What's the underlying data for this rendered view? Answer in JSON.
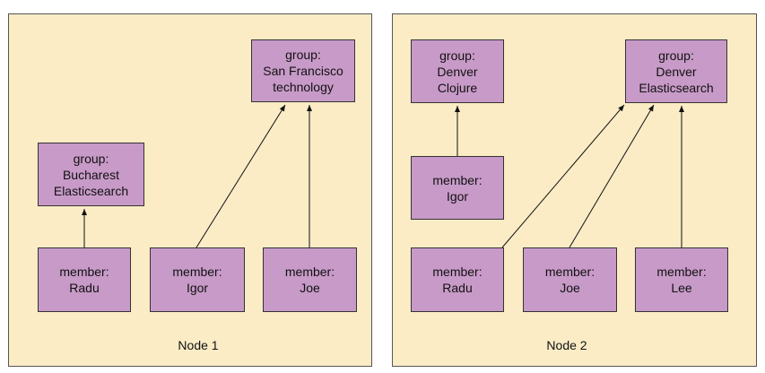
{
  "colors": {
    "panel": "#fbecc6",
    "box": "#c89ac8",
    "border": "#333333"
  },
  "node1": {
    "label": "Node 1",
    "groups": {
      "sf_tech": [
        "group:",
        "San Francisco",
        "technology"
      ],
      "bucharest": [
        "group:",
        "Bucharest",
        "Elasticsearch"
      ]
    },
    "members": {
      "radu": [
        "member:",
        "Radu"
      ],
      "igor": [
        "member:",
        "Igor"
      ],
      "joe": [
        "member:",
        "Joe"
      ]
    }
  },
  "node2": {
    "label": "Node 2",
    "groups": {
      "denver_clojure": [
        "group:",
        "Denver",
        "Clojure"
      ],
      "denver_es": [
        "group:",
        "Denver",
        "Elasticsearch"
      ]
    },
    "members": {
      "igor": [
        "member:",
        "Igor"
      ],
      "radu": [
        "member:",
        "Radu"
      ],
      "joe": [
        "member:",
        "Joe"
      ],
      "lee": [
        "member:",
        "Lee"
      ]
    }
  }
}
